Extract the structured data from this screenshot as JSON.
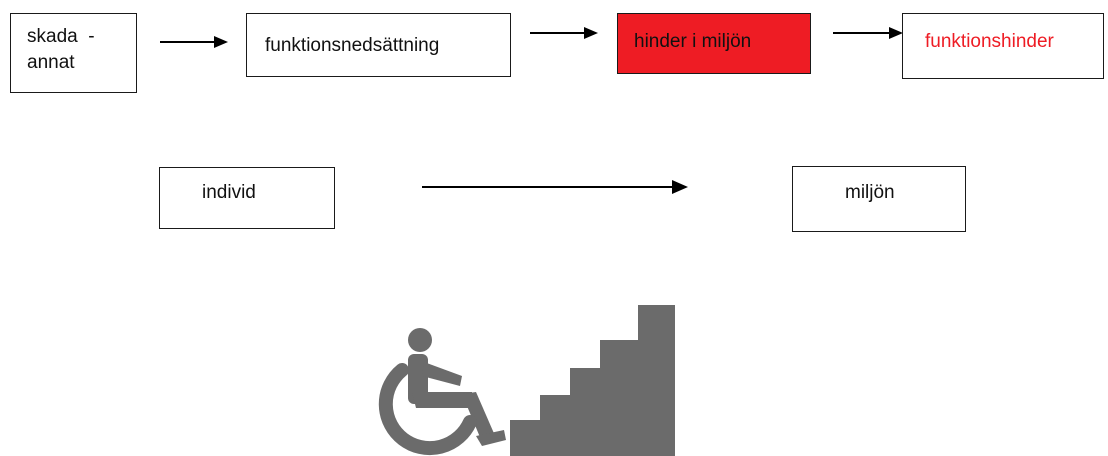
{
  "top_row": {
    "box1": {
      "label_line1": "skada  -",
      "label_line2": "annat"
    },
    "box2": {
      "label": "funktionsnedsättning"
    },
    "box3": {
      "label": "hinder i miljön",
      "fill": "#ee1c24"
    },
    "box4": {
      "label": "funktionshinder",
      "text_color": "#ee1c24"
    }
  },
  "bottom_row": {
    "left_box": {
      "label": "individ"
    },
    "right_box": {
      "label": "miljön"
    }
  },
  "pictogram": {
    "icon": "wheelchair-at-stairs-icon",
    "color": "#6b6b6b"
  }
}
